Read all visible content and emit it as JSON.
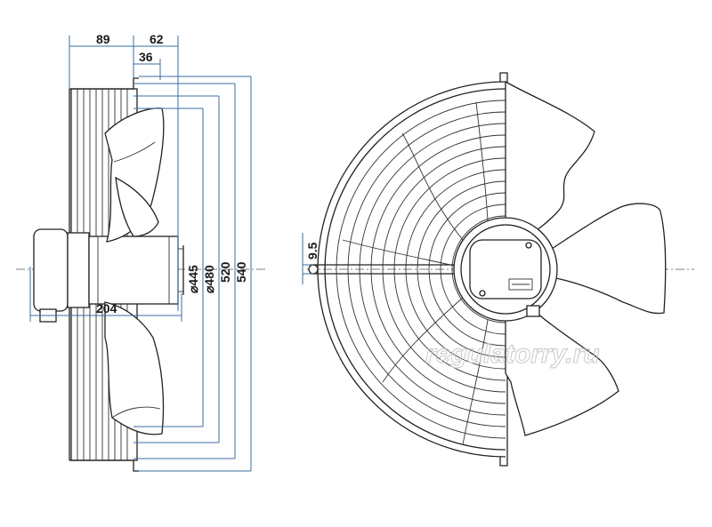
{
  "dimensions": {
    "motor_depth": "89",
    "guard_depth": "62",
    "flange_offset": "36",
    "overall_depth": "204",
    "bracket_hole": "9.5",
    "dia_445": "⌀445",
    "dia_480": "⌀480",
    "size_520": "520",
    "size_540": "540"
  },
  "watermark": "regulatorry.ru",
  "colors": {
    "dimension": "#3a6ea0",
    "outline": "#222222"
  }
}
